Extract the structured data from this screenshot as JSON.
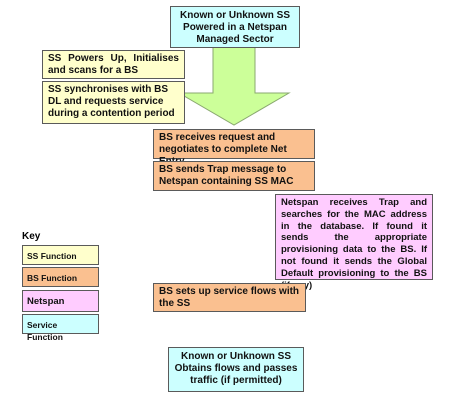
{
  "flow": {
    "start": "Known or Unknown SS Powered in a Netspan Managed Sector",
    "ss_powers_up": "SS Powers Up, Initialises and scans for a BS",
    "ss_synchronises": "SS synchronises with BS DL and requests service during a contention period",
    "bs_receives": "BS receives request and negotiates to complete Net Entry",
    "bs_sends_trap": "BS sends Trap message to Netspan containing SS MAC",
    "netspan_receives": "Netspan receives Trap and searches for the MAC address in the database. If found it sends the appropriate provisioning data to the BS. If not found it sends the Global Default provisioning to the BS (if any)",
    "bs_sets_up": "BS sets up service flows with the SS",
    "end": "Known or Unknown SS Obtains flows and passes traffic (if permitted)"
  },
  "key": {
    "title": "Key",
    "ss_function": "SS Function",
    "bs_function": "BS Function",
    "netspan": "Netspan",
    "service_function": "Service Function"
  },
  "colors": {
    "ss": "#ffffcc",
    "bs": "#fac090",
    "netspan": "#ffccff",
    "service": "#ccffff",
    "arrow": "#ccff99"
  }
}
